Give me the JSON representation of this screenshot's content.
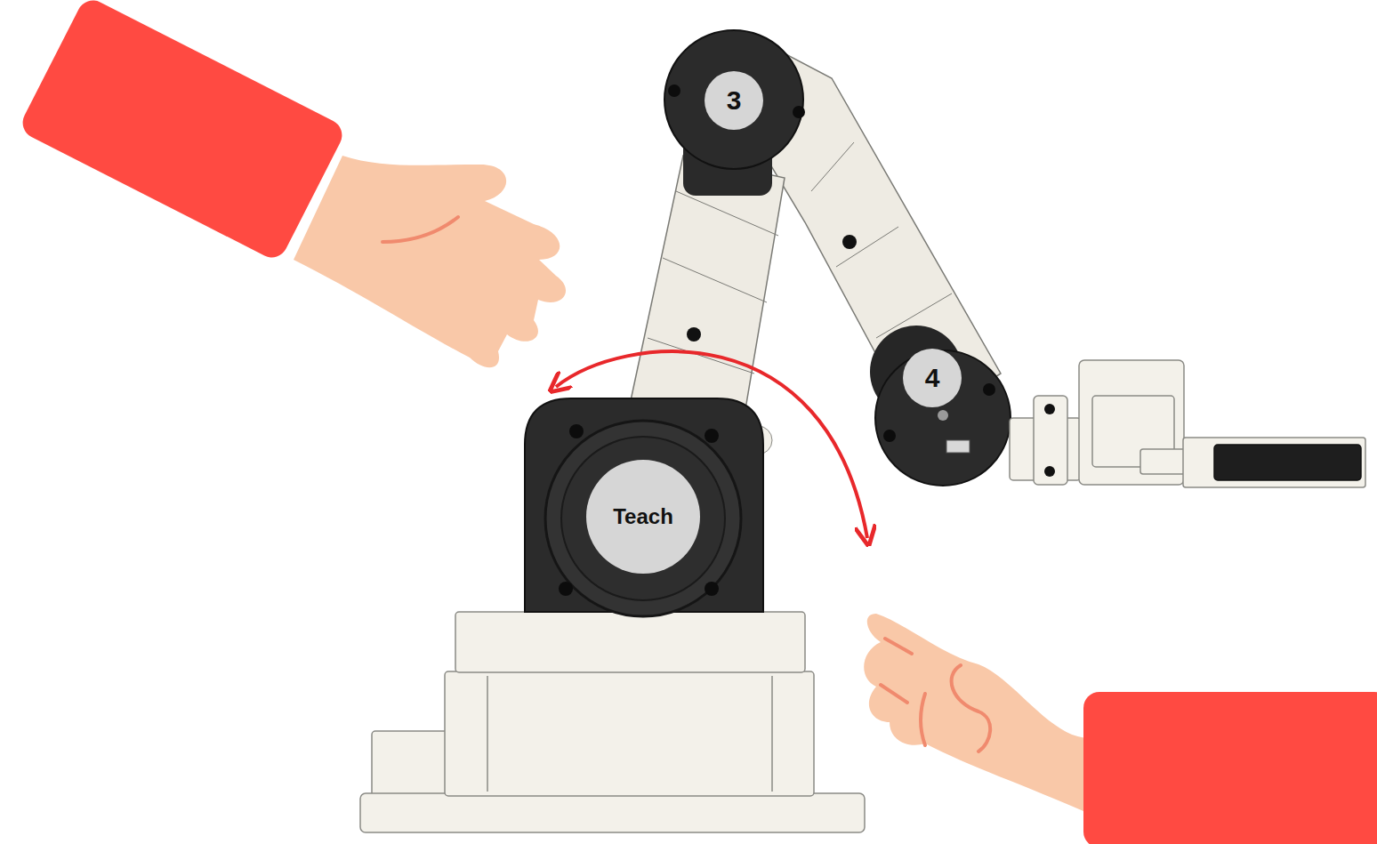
{
  "diagram": {
    "nodes": [
      {
        "text": [
          "3"
        ]
      },
      {
        "text": [
          "4"
        ]
      },
      {
        "text": [
          "Teach"
        ]
      }
    ]
  }
}
